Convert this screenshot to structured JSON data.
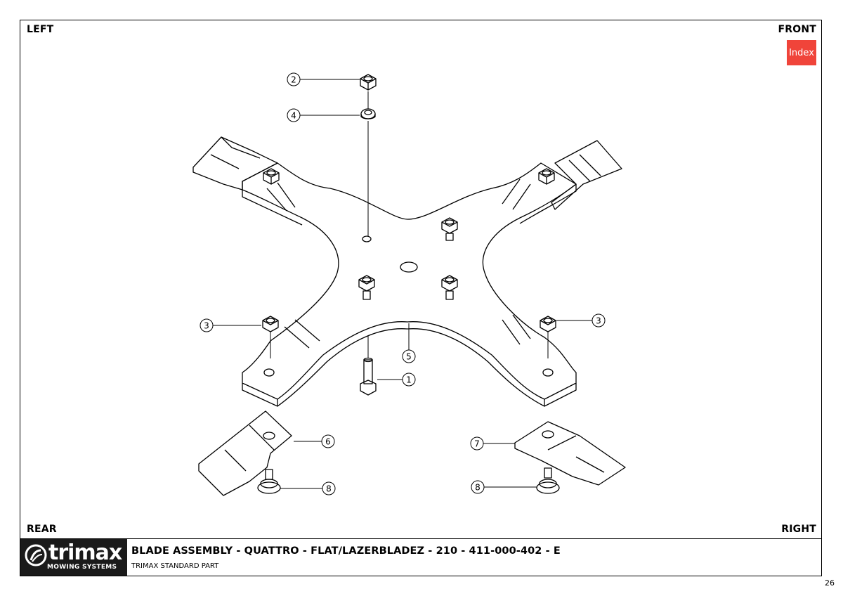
{
  "corners": {
    "left": "LEFT",
    "front": "FRONT",
    "rear": "REAR",
    "right": "RIGHT"
  },
  "index_label": "Index",
  "logo": {
    "word": "trimax",
    "sub": "MOWING SYSTEMS"
  },
  "title": "BLADE ASSEMBLY - QUATTRO - FLAT/LAZERBLADEZ - 210 - 411-000-402 - E",
  "subtitle": "TRIMAX STANDARD PART",
  "page_number": "26",
  "callouts": [
    "2",
    "4",
    "3",
    "3",
    "5",
    "1",
    "6",
    "7",
    "8",
    "8"
  ],
  "colors": {
    "index_bg": "#f0443a",
    "logo_bg": "#1a1a1a"
  }
}
